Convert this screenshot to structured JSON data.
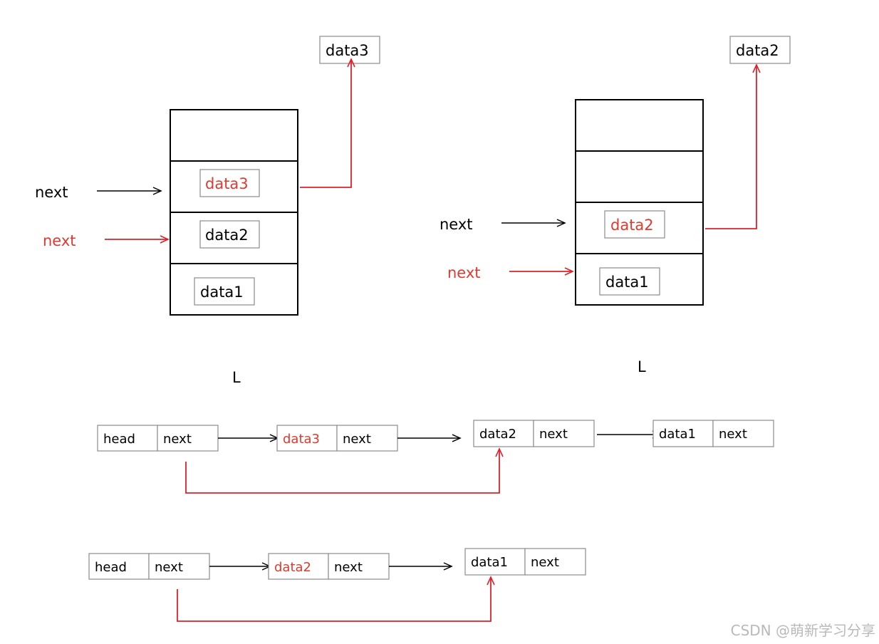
{
  "colors": {
    "black": "#000000",
    "red": "#e03a2f",
    "watermark": "#b9b9b9"
  },
  "stack_left": {
    "top_box": "data3",
    "cell_data3": "data3",
    "cell_data2": "data2",
    "cell_data1": "data1",
    "pointer_black": "next",
    "pointer_red": "next",
    "label": "L"
  },
  "stack_right": {
    "top_box": "data2",
    "cell_data2": "data2",
    "cell_data1": "data1",
    "pointer_black": "next",
    "pointer_red": "next",
    "label": "L"
  },
  "list_1": {
    "head": "head",
    "head_next": "next",
    "node1": "data3",
    "node1_next": "next",
    "node2": "data2",
    "node2_next": "next",
    "node3": "data1",
    "node3_next": "next"
  },
  "list_2": {
    "head": "head",
    "head_next": "next",
    "node1": "data2",
    "node1_next": "next",
    "node2": "data1",
    "node2_next": "next"
  },
  "watermark": "CSDN @萌新学习分享"
}
